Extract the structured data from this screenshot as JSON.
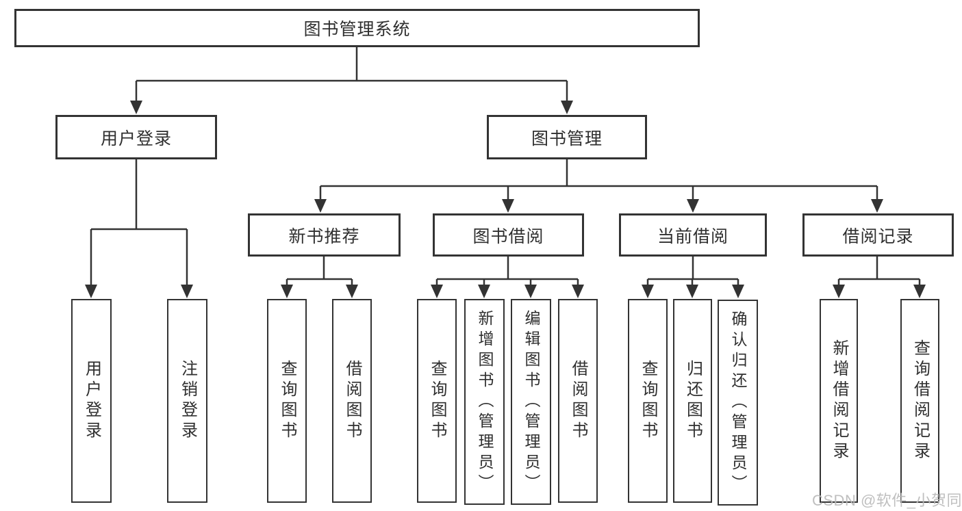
{
  "diagram_title": "图书管理系统",
  "nodes": [
    {
      "id": "root",
      "label": "图书管理系统",
      "parent": null
    },
    {
      "id": "user-login",
      "label": "用户登录",
      "parent": "root"
    },
    {
      "id": "book-management",
      "label": "图书管理",
      "parent": "root"
    },
    {
      "id": "new-book-recommend",
      "label": "新书推荐",
      "parent": "book-management"
    },
    {
      "id": "book-borrowing",
      "label": "图书借阅",
      "parent": "book-management"
    },
    {
      "id": "current-borrowing",
      "label": "当前借阅",
      "parent": "book-management"
    },
    {
      "id": "borrowing-records",
      "label": "借阅记录",
      "parent": "book-management"
    },
    {
      "id": "login",
      "label": "用户登录",
      "parent": "user-login"
    },
    {
      "id": "logout",
      "label": "注销登录",
      "parent": "user-login"
    },
    {
      "id": "query-books-1",
      "label": "查询图书",
      "parent": "new-book-recommend"
    },
    {
      "id": "borrow-books-1",
      "label": "借阅图书",
      "parent": "new-book-recommend"
    },
    {
      "id": "query-books-2",
      "label": "查询图书",
      "parent": "book-borrowing"
    },
    {
      "id": "add-books-admin",
      "label": "新增图书（管理员）",
      "parent": "book-borrowing"
    },
    {
      "id": "edit-books-admin",
      "label": "编辑图书（管理员）",
      "parent": "book-borrowing"
    },
    {
      "id": "borrow-books-2",
      "label": "借阅图书",
      "parent": "book-borrowing"
    },
    {
      "id": "query-books-3",
      "label": "查询图书",
      "parent": "current-borrowing"
    },
    {
      "id": "return-books",
      "label": "归还图书",
      "parent": "current-borrowing"
    },
    {
      "id": "confirm-return-admin",
      "label": "确认归还（管理员）",
      "parent": "current-borrowing"
    },
    {
      "id": "add-borrow-record",
      "label": "新增借阅记录",
      "parent": "borrowing-records"
    },
    {
      "id": "query-borrow-record",
      "label": "查询借阅记录",
      "parent": "borrowing-records"
    }
  ],
  "watermark": "CSDN @软件_小贺同学",
  "colors": {
    "line": "#333333",
    "box_border": "#333333",
    "text": "#2f2f2f",
    "watermark": "#bababa",
    "background": "#ffffff"
  }
}
